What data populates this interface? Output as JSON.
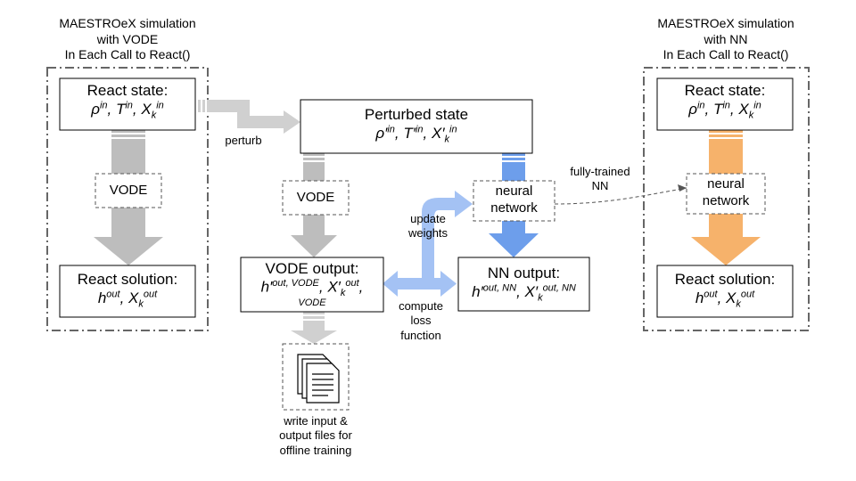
{
  "left_panel": {
    "caption_line1": "MAESTROeX simulation",
    "caption_line2": "with VODE",
    "caption_line3": "In Each Call to React()",
    "state_title": "React state:",
    "solver_label": "VODE",
    "solution_title": "React solution:"
  },
  "right_panel": {
    "caption_line1": "MAESTROeX simulation",
    "caption_line2": "with NN",
    "caption_line3": "In Each Call to React()",
    "state_title": "React state:",
    "solver_line1": "neural",
    "solver_line2": "network",
    "solution_title": "React solution:"
  },
  "center": {
    "perturb_label": "perturb",
    "perturbed_title": "Perturbed state",
    "vode_label": "VODE",
    "nn_line1": "neural",
    "nn_line2": "network",
    "vode_output_title": "VODE output:",
    "nn_output_title": "NN output:",
    "update_line1": "update",
    "update_line2": "weights",
    "loss_line1": "compute",
    "loss_line2": "loss",
    "loss_line3": "function",
    "fully_trained_line1": "fully-trained",
    "fully_trained_line2": "NN",
    "files_line1": "write input &",
    "files_line2": "output files for",
    "files_line3": "offline training"
  },
  "math": {
    "rho": "ρ",
    "T": "T",
    "X": "X",
    "h": "h",
    "comma": ", ",
    "prime": "′",
    "in": "in",
    "out": "out",
    "k": "k",
    "out_vode": "out, VODE",
    "out_nn": "out, NN",
    "vode": "VODE"
  },
  "colors": {
    "gray_arrow": "#bdbdbd",
    "light_gray_arrow": "#d0d0d0",
    "blue_arrow": "#6d9eeb",
    "light_blue_arrow": "#a4c2f4",
    "orange_arrow": "#f6b26b",
    "panel_border": "#666666",
    "box_border": "#000000"
  }
}
